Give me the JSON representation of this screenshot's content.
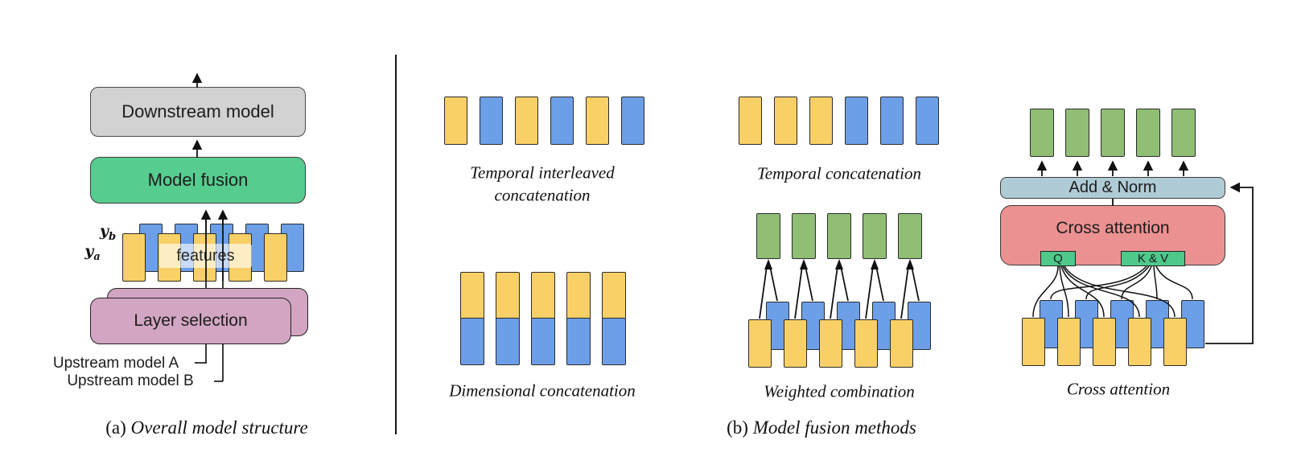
{
  "colors": {
    "yellow": "#F8D066",
    "blue": "#6C9FE8",
    "sage": "#8FBE74",
    "gray_box": "#D2D2D2",
    "fusion_green": "#57CC8F",
    "pink": "#D2A6C2",
    "salmon": "#EC9191",
    "add_norm_blue": "#AFCBD5",
    "qkv_green": "#4EC98B"
  },
  "panel_a": {
    "caption_prefix": "(a)",
    "caption": "Overall model structure",
    "downstream_label": "Downstream model",
    "fusion_label": "Model fusion",
    "features_label": "features",
    "y_b": "y",
    "y_b_sub": "b",
    "y_a": "y",
    "y_a_sub": "a",
    "layer_selection_label": "Layer selection",
    "upstream_a_label": "Upstream model A",
    "upstream_b_label": "Upstream model B",
    "feature_pairs": 5
  },
  "panel_b": {
    "caption_prefix": "(b)",
    "caption": "Model fusion methods",
    "temporal_interleaved": {
      "label_line1": "Temporal interleaved",
      "label_line2": "concatenation",
      "blocks": [
        "yellow",
        "blue",
        "yellow",
        "blue",
        "yellow",
        "blue"
      ]
    },
    "temporal_concatenation": {
      "label": "Temporal concatenation",
      "blocks": [
        "yellow",
        "yellow",
        "yellow",
        "blue",
        "blue",
        "blue"
      ]
    },
    "dimensional": {
      "label": "Dimensional concatenation",
      "columns": [
        [
          "yellow",
          "blue"
        ],
        [
          "yellow",
          "blue"
        ],
        [
          "yellow",
          "blue"
        ],
        [
          "yellow",
          "blue"
        ],
        [
          "yellow",
          "blue"
        ]
      ]
    },
    "weighted": {
      "label": "Weighted combination",
      "outputs": [
        "sage",
        "sage",
        "sage",
        "sage",
        "sage"
      ],
      "pairs": 5
    },
    "cross_attention": {
      "label": "Cross attention",
      "outputs": [
        "sage",
        "sage",
        "sage",
        "sage",
        "sage"
      ],
      "add_norm_label": "Add & Norm",
      "box_label": "Cross attention",
      "q_label": "Q",
      "kv_label": "K & V",
      "pairs": 5
    }
  }
}
